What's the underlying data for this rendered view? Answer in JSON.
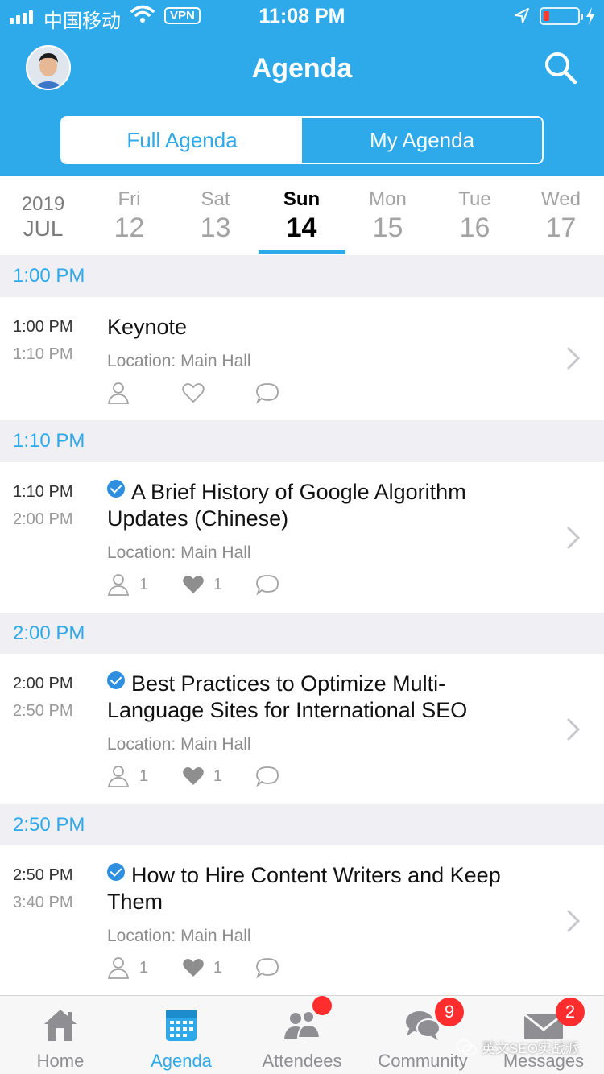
{
  "status_bar": {
    "carrier": "中国移动",
    "vpn": "VPN",
    "time": "11:08 PM"
  },
  "header": {
    "title": "Agenda"
  },
  "segments": {
    "full": "Full Agenda",
    "mine": "My Agenda",
    "selected": "Full Agenda"
  },
  "date_strip": {
    "year": "2019",
    "month": "JUL",
    "days": [
      {
        "name": "Fri",
        "num": "12"
      },
      {
        "name": "Sat",
        "num": "13"
      },
      {
        "name": "Sun",
        "num": "14",
        "selected": true
      },
      {
        "name": "Mon",
        "num": "15"
      },
      {
        "name": "Tue",
        "num": "16"
      },
      {
        "name": "Wed",
        "num": "17"
      }
    ]
  },
  "sessions": [
    {
      "section": "1:00 PM",
      "start": "1:00 PM",
      "end": "1:10 PM",
      "title": "Keynote",
      "checked": false,
      "location": "Location: Main Hall",
      "attendees": "",
      "likes": "",
      "liked": false
    },
    {
      "section": "1:10 PM",
      "start": "1:10 PM",
      "end": "2:00 PM",
      "title": "A Brief History of Google Algorithm Updates (Chinese)",
      "checked": true,
      "location": "Location: Main Hall",
      "attendees": "1",
      "likes": "1",
      "liked": true
    },
    {
      "section": "2:00 PM",
      "start": "2:00 PM",
      "end": "2:50 PM",
      "title": "Best Practices to Optimize Multi-Language Sites for International SEO",
      "checked": true,
      "location": "Location: Main Hall",
      "attendees": "1",
      "likes": "1",
      "liked": true
    },
    {
      "section": "2:50 PM",
      "start": "2:50 PM",
      "end": "3:40 PM",
      "title": "How to Hire Content Writers and Keep Them",
      "checked": true,
      "location": "Location: Main Hall",
      "attendees": "1",
      "likes": "1",
      "liked": true
    }
  ],
  "tabbar": {
    "home": "Home",
    "agenda": "Agenda",
    "attendees": "Attendees",
    "community": "Community",
    "community_badge": "9",
    "messages": "Messages",
    "messages_badge": "2"
  },
  "watermark": "英文SEO实战派",
  "colors": {
    "accent": "#2ea9ea",
    "badge": "#ff2d2d",
    "section_bg": "#efeff4"
  }
}
